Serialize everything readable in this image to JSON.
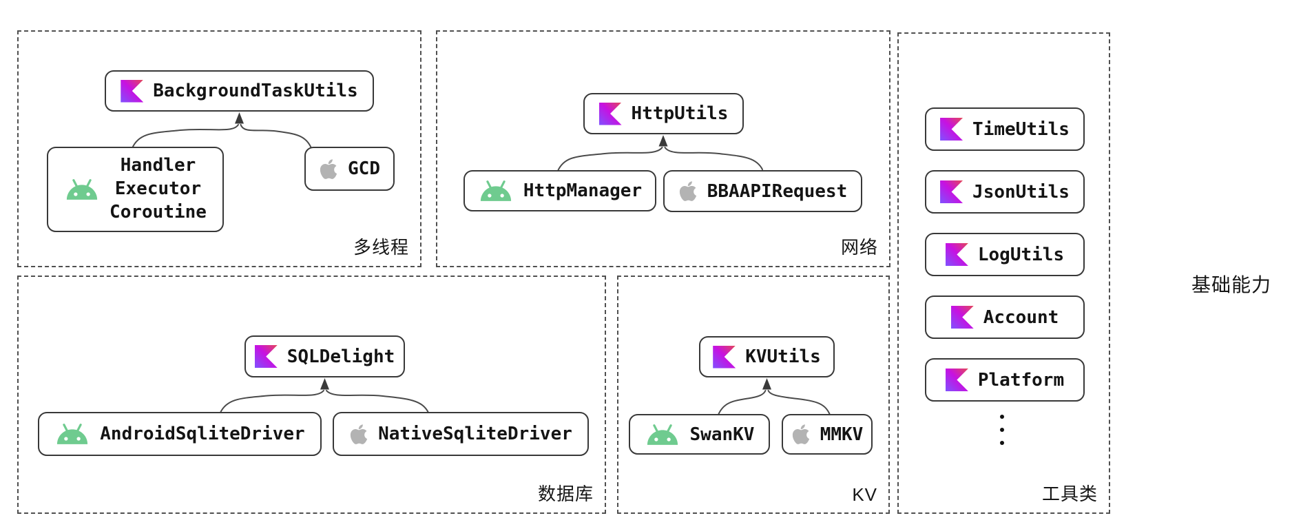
{
  "side_label": "基础能力",
  "colors": {
    "kotlin_gradient": [
      "#E44857",
      "#C711E1",
      "#7F52FF"
    ],
    "android_green": "#6fcb8f",
    "apple_gray": "#b3b3b3",
    "node_border": "#383838",
    "zone_dash": "#4f4f4f",
    "text": "#141414"
  },
  "sections": [
    {
      "label": "多线程",
      "parent": {
        "label": "BackgroundTaskUtils",
        "platform": "kotlin"
      },
      "children": [
        {
          "platform": "android",
          "lines": [
            "Handler",
            "Executor",
            "Coroutine"
          ]
        },
        {
          "label": "GCD",
          "platform": "apple"
        }
      ]
    },
    {
      "label": "网络",
      "parent": {
        "label": "HttpUtils",
        "platform": "kotlin"
      },
      "children": [
        {
          "label": "HttpManager",
          "platform": "android"
        },
        {
          "label": "BBAAPIRequest",
          "platform": "apple"
        }
      ]
    },
    {
      "label": "数据库",
      "parent": {
        "label": "SQLDelight",
        "platform": "kotlin"
      },
      "children": [
        {
          "label": "AndroidSqliteDriver",
          "platform": "android"
        },
        {
          "label": "NativeSqliteDriver",
          "platform": "apple"
        }
      ]
    },
    {
      "label": "KV",
      "parent": {
        "label": "KVUtils",
        "platform": "kotlin"
      },
      "children": [
        {
          "label": "SwanKV",
          "platform": "android"
        },
        {
          "label": "MMKV",
          "platform": "apple"
        }
      ]
    },
    {
      "label": "工具类",
      "items": [
        {
          "label": "TimeUtils",
          "platform": "kotlin"
        },
        {
          "label": "JsonUtils",
          "platform": "kotlin"
        },
        {
          "label": "LogUtils",
          "platform": "kotlin"
        },
        {
          "label": "Account",
          "platform": "kotlin"
        },
        {
          "label": "Platform",
          "platform": "kotlin"
        }
      ],
      "more_indicator": "vertical-ellipsis"
    }
  ]
}
